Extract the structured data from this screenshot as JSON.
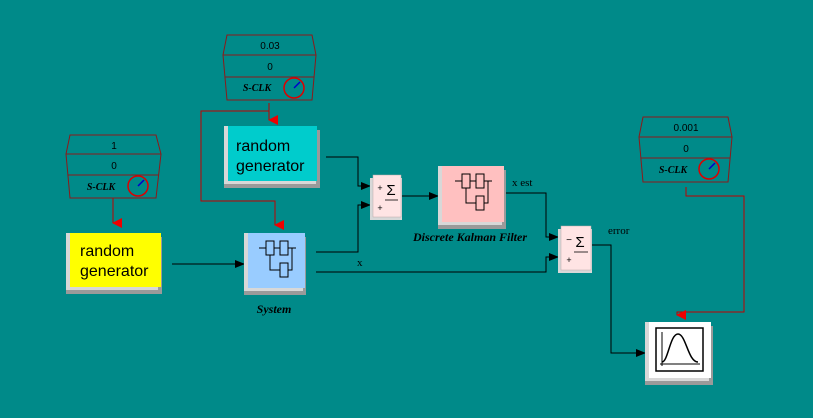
{
  "colors": {
    "background": "#008a89",
    "wire": "#000000",
    "event_wire": "#c00000",
    "clock_outline": "#8b1a1a",
    "yellow_block": "#ffff00",
    "cyan_block": "#00cccc",
    "system_block": "#99ccff",
    "kalman_block": "#ffc0c0",
    "sum_block": "#ffe4e4",
    "scope_block": "#ffffff"
  },
  "clocks": [
    {
      "period": "1",
      "init": "0",
      "label": "S-CLK"
    },
    {
      "period": "0.03",
      "init": "0",
      "label": "S-CLK"
    },
    {
      "period": "0.001",
      "init": "0",
      "label": "S-CLK"
    }
  ],
  "blocks": {
    "random_generator_1": {
      "line1": "random",
      "line2": "generator"
    },
    "random_generator_2": {
      "line1": "random",
      "line2": "generator"
    },
    "system": {
      "caption": "System"
    },
    "kalman": {
      "caption": "Discrete Kalman Filter"
    },
    "sum_1": {
      "sign_top": "+",
      "sign_bottom": "+",
      "symbol": "Σ"
    },
    "sum_2": {
      "sign_top": "−",
      "sign_bottom": "+",
      "symbol": "Σ"
    }
  },
  "signals": {
    "x": "x",
    "x_est": "x est",
    "error": "error"
  },
  "icons": [
    "clock-icon",
    "state-space-icon",
    "sum-icon",
    "scope-icon"
  ]
}
